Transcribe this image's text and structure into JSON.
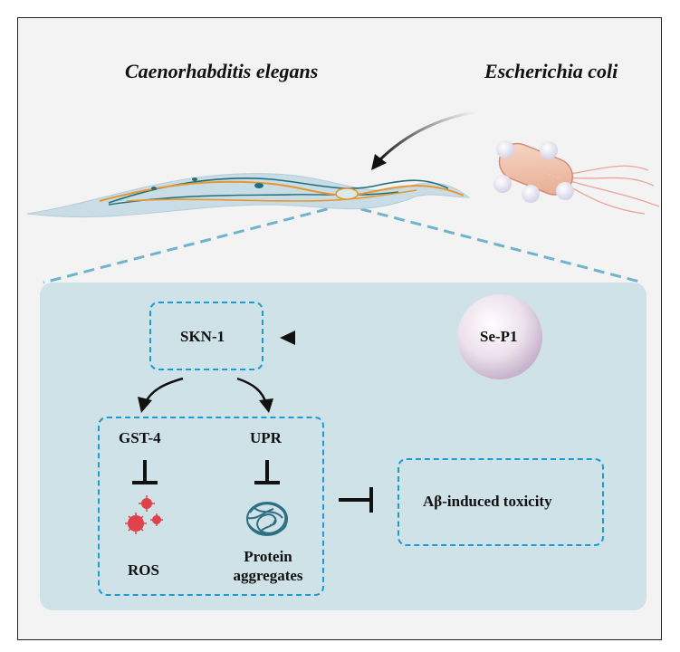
{
  "organisms": {
    "worm": "Caenorhabditis elegans",
    "bacterium": "Escherichia coli"
  },
  "nodes": {
    "skn1": "SKN-1",
    "sep1": "Se-P1",
    "gst4": "GST-4",
    "upr": "UPR",
    "ros": "ROS",
    "protein_line1": "Protein",
    "protein_line2": "aggregates",
    "toxicity": "Aβ-induced toxicity"
  },
  "colors": {
    "panel": "#cfe2e8",
    "dashed_box": "#1b9ad6",
    "ros": "#e0414b",
    "aggregate": "#2e6f83",
    "worm_body": "#c9dde6",
    "worm_nerve": "#e8962f",
    "worm_gut": "#1f6f7a"
  }
}
